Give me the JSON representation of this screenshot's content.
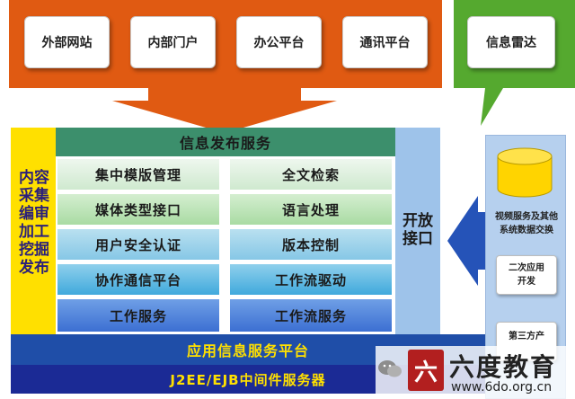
{
  "top_channels": [
    "外部网站",
    "内部门户",
    "办公平台",
    "通讯平台"
  ],
  "radar_label": "信息雷达",
  "left_panel": "内容采集编审加工挖掘发布",
  "header_bar": "信息发布服务",
  "grid_rows": [
    [
      "集中模版管理",
      "全文检索"
    ],
    [
      "媒体类型接口",
      "语言处理"
    ],
    [
      "用户安全认证",
      "版本控制"
    ],
    [
      "协作通信平台",
      "工作流驱动"
    ],
    [
      "工作服务",
      "工作流服务"
    ]
  ],
  "open_interface": "开放接口",
  "right_stack": {
    "db_label": "视频服务及其他系统数据交换",
    "secondary_app": "二次应用开发",
    "third_party": "第三方产"
  },
  "platform_bar": "应用信息服务平台",
  "middleware_bar": "J2EE/EJB中间件服务器",
  "watermark": {
    "brand": "六度教育",
    "url": "www.6do.org.cn",
    "logo_char": "六"
  },
  "colors": {
    "orange": "#e05a12",
    "green": "#55a92f",
    "teal": "#3c8f6c",
    "blue": "#1f4ea8",
    "dark_blue": "#1b2a95",
    "yellow": "#ffe000"
  }
}
